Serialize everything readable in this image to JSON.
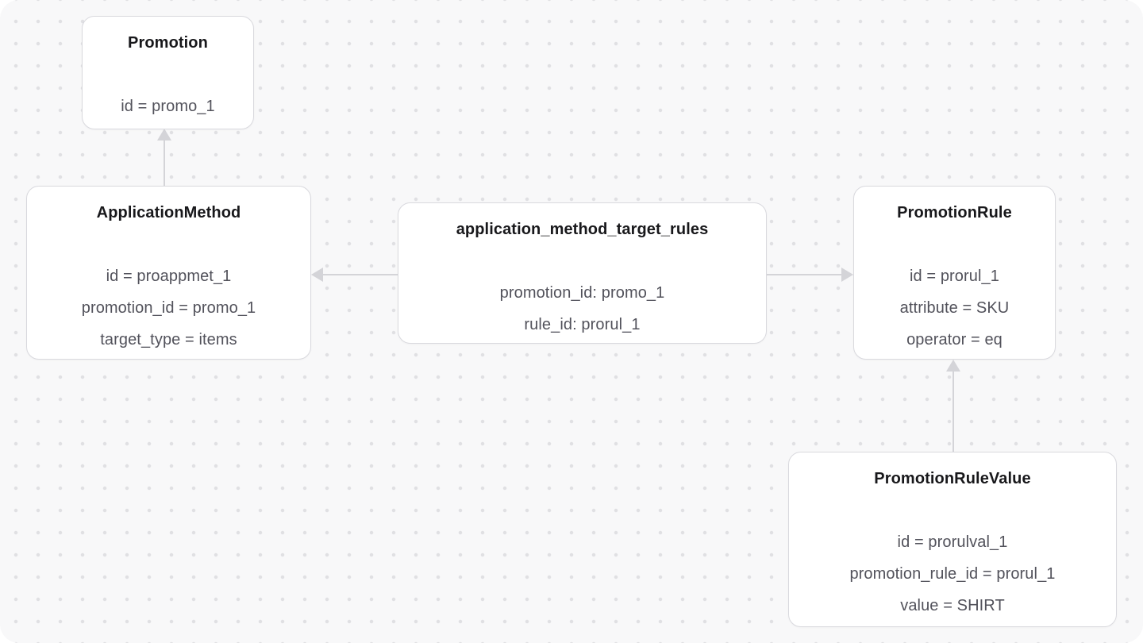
{
  "canvas": {
    "background": "#f8f8f9",
    "dot_color": "#e0e0e3",
    "card_border_color": "#d9d9de",
    "title_color": "#18181b",
    "attribute_color": "#52525b",
    "arrow_color": "#d4d4d8"
  },
  "entities": [
    {
      "id": "promotion",
      "title": "Promotion",
      "attributes": [
        "id = promo_1"
      ]
    },
    {
      "id": "application-method",
      "title": "ApplicationMethod",
      "attributes": [
        "id = proappmet_1",
        "promotion_id = promo_1",
        "target_type = items"
      ]
    },
    {
      "id": "application-method-target-rules",
      "title": "application_method_target_rules",
      "attributes": [
        "promotion_id: promo_1",
        "rule_id: prorul_1"
      ]
    },
    {
      "id": "promotion-rule",
      "title": "PromotionRule",
      "attributes": [
        "id = prorul_1",
        "attribute = SKU",
        "operator = eq"
      ]
    },
    {
      "id": "promotion-rule-value",
      "title": "PromotionRuleValue",
      "attributes": [
        "id = prorulval_1",
        "promotion_rule_id = prorul_1",
        "value = SHIRT"
      ]
    }
  ],
  "connections": [
    {
      "from": "ApplicationMethod",
      "to": "Promotion",
      "direction": "up"
    },
    {
      "from": "application_method_target_rules",
      "to": "ApplicationMethod",
      "direction": "left"
    },
    {
      "from": "application_method_target_rules",
      "to": "PromotionRule",
      "direction": "right"
    },
    {
      "from": "PromotionRuleValue",
      "to": "PromotionRule",
      "direction": "up"
    }
  ]
}
